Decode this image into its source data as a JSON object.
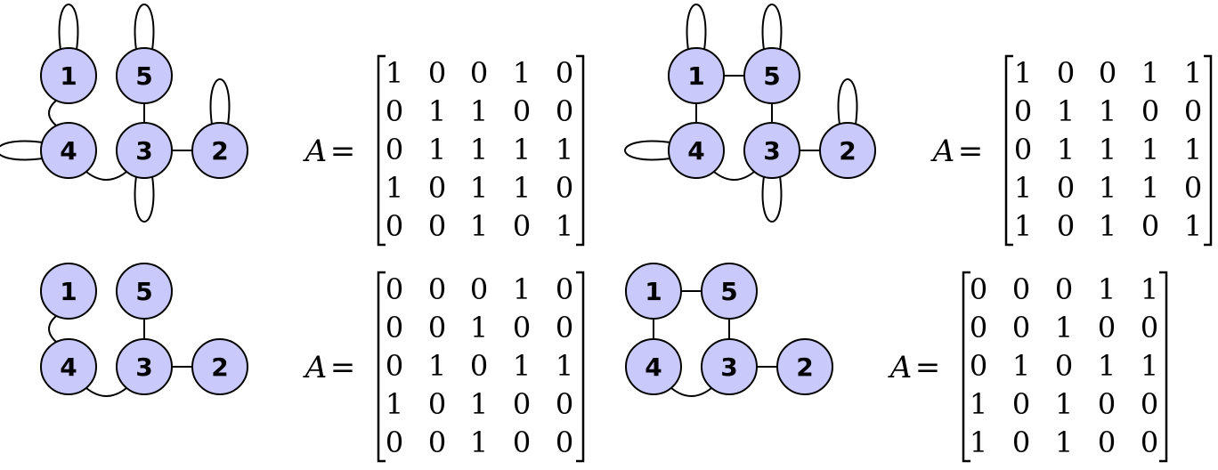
{
  "node_fill": "#c9c9fb",
  "stroke": "#000000",
  "nodes": [
    "1",
    "2",
    "3",
    "4",
    "5"
  ],
  "equation": {
    "symbol": "A",
    "equals": "="
  },
  "panels": [
    {
      "edges": [
        [
          "1",
          "4"
        ],
        [
          "4",
          "3"
        ],
        [
          "3",
          "5"
        ],
        [
          "3",
          "2"
        ]
      ],
      "self_loops": [
        "1",
        "5",
        "4",
        "2",
        "3"
      ],
      "matrix": [
        [
          1,
          0,
          0,
          1,
          0
        ],
        [
          0,
          1,
          1,
          0,
          0
        ],
        [
          0,
          1,
          1,
          1,
          1
        ],
        [
          1,
          0,
          1,
          1,
          0
        ],
        [
          0,
          0,
          1,
          0,
          1
        ]
      ]
    },
    {
      "edges": [
        [
          "1",
          "5"
        ],
        [
          "1",
          "4"
        ],
        [
          "4",
          "3"
        ],
        [
          "3",
          "5"
        ],
        [
          "3",
          "2"
        ]
      ],
      "self_loops": [
        "1",
        "5",
        "4",
        "2",
        "3"
      ],
      "matrix": [
        [
          1,
          0,
          0,
          1,
          1
        ],
        [
          0,
          1,
          1,
          0,
          0
        ],
        [
          0,
          1,
          1,
          1,
          1
        ],
        [
          1,
          0,
          1,
          1,
          0
        ],
        [
          1,
          0,
          1,
          0,
          1
        ]
      ]
    },
    {
      "edges": [
        [
          "1",
          "4"
        ],
        [
          "4",
          "3"
        ],
        [
          "3",
          "5"
        ],
        [
          "3",
          "2"
        ]
      ],
      "self_loops": [],
      "matrix": [
        [
          0,
          0,
          0,
          1,
          0
        ],
        [
          0,
          0,
          1,
          0,
          0
        ],
        [
          0,
          1,
          0,
          1,
          1
        ],
        [
          1,
          0,
          1,
          0,
          0
        ],
        [
          0,
          0,
          1,
          0,
          0
        ]
      ]
    },
    {
      "edges": [
        [
          "1",
          "5"
        ],
        [
          "1",
          "4"
        ],
        [
          "4",
          "3"
        ],
        [
          "3",
          "5"
        ],
        [
          "3",
          "2"
        ]
      ],
      "self_loops": [],
      "matrix": [
        [
          0,
          0,
          0,
          1,
          1
        ],
        [
          0,
          0,
          1,
          0,
          0
        ],
        [
          0,
          1,
          0,
          1,
          1
        ],
        [
          1,
          0,
          1,
          0,
          0
        ],
        [
          1,
          0,
          1,
          0,
          0
        ]
      ]
    }
  ]
}
